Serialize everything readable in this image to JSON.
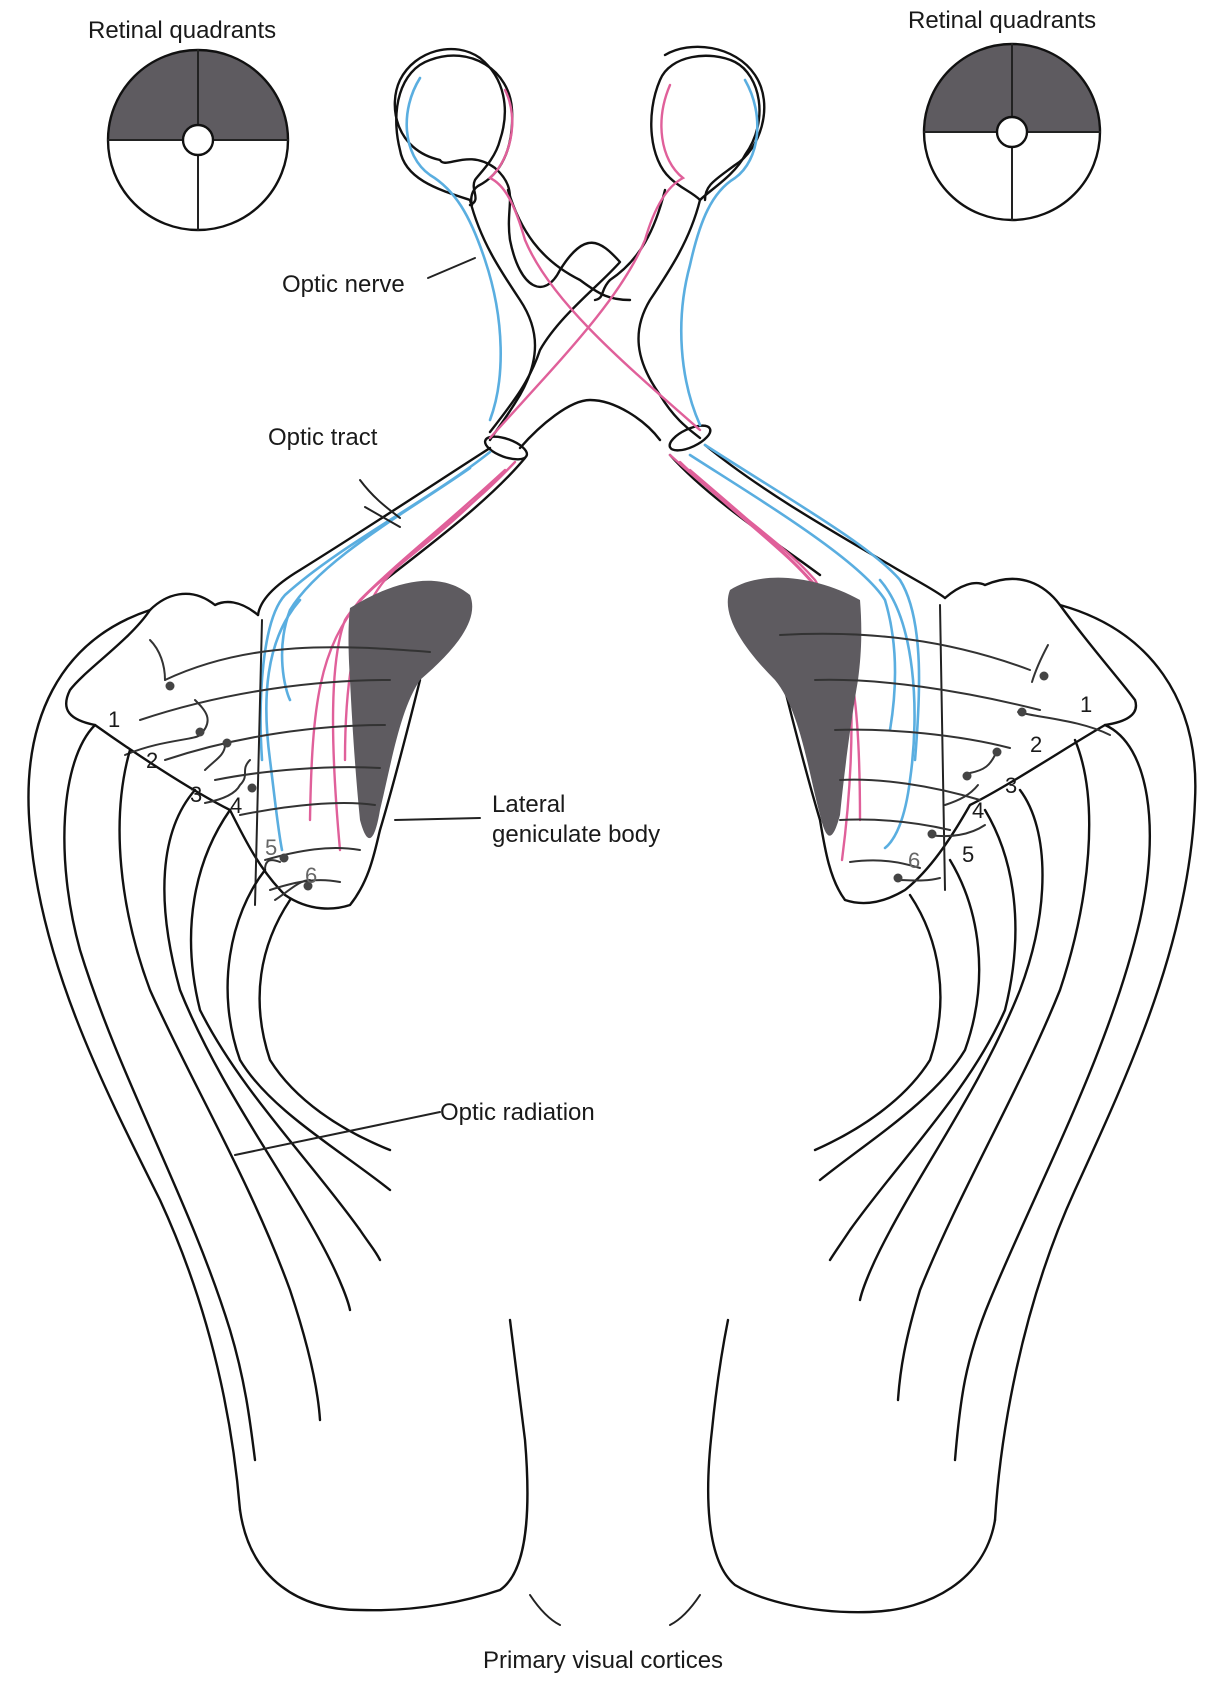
{
  "labels": {
    "retinal_quadrants_left": "Retinal quadrants",
    "retinal_quadrants_right": "Retinal quadrants",
    "optic_nerve": "Optic nerve",
    "optic_tract": "Optic tract",
    "lateral_geniculate_line1": "Lateral",
    "lateral_geniculate_line2": "geniculate body",
    "optic_radiation": "Optic radiation",
    "primary_visual_cortices": "Primary visual cortices"
  },
  "layers_left": [
    "1",
    "2",
    "3",
    "4",
    "5",
    "6"
  ],
  "layers_right": [
    "1",
    "2",
    "3",
    "4",
    "5",
    "6"
  ],
  "colors": {
    "blue_fibers": "#5aaee0",
    "pink_fibers": "#e0609a",
    "shaded_quadrant": "#5e5b60",
    "outline": "#111111"
  }
}
